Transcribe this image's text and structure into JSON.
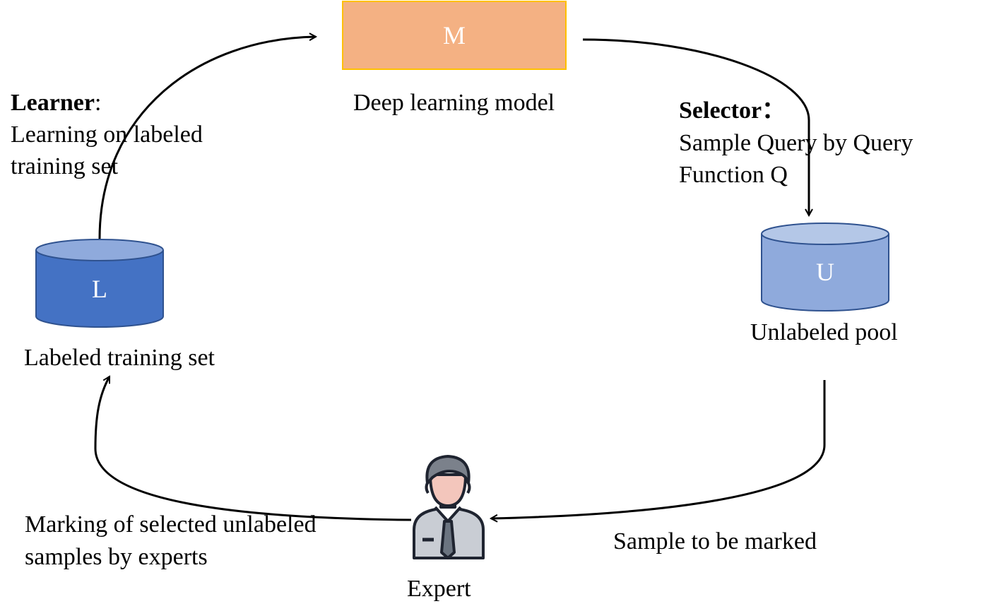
{
  "model": {
    "letter": "M",
    "caption": "Deep learning model"
  },
  "learner": {
    "title": "Learner",
    "colon": ":",
    "line1": "Learning on labeled",
    "line2": "training set"
  },
  "selector": {
    "title": "Selector：",
    "line1": "Sample Query by Query",
    "line2": "Function Q"
  },
  "labeled_set": {
    "letter": "L",
    "caption": "Labeled training set"
  },
  "unlabeled_pool": {
    "letter": "U",
    "caption": "Unlabeled pool"
  },
  "expert": {
    "caption": "Expert"
  },
  "marking": {
    "line1": "Marking of selected unlabeled",
    "line2": "samples by experts"
  },
  "sample": {
    "caption": "Sample to be marked"
  },
  "colors": {
    "model_fill": "#f4b183",
    "model_border": "#ffc000",
    "labeled_fill": "#4472c4",
    "labeled_top": "#8faadc",
    "unlabeled_fill": "#8faadc",
    "unlabeled_top": "#b4c7e7",
    "outline": "#2f528f",
    "arrow": "#000000"
  },
  "icons": {
    "model": "box",
    "labeled": "database-cylinder-icon",
    "unlabeled": "database-cylinder-icon",
    "expert": "person-expert-icon"
  }
}
